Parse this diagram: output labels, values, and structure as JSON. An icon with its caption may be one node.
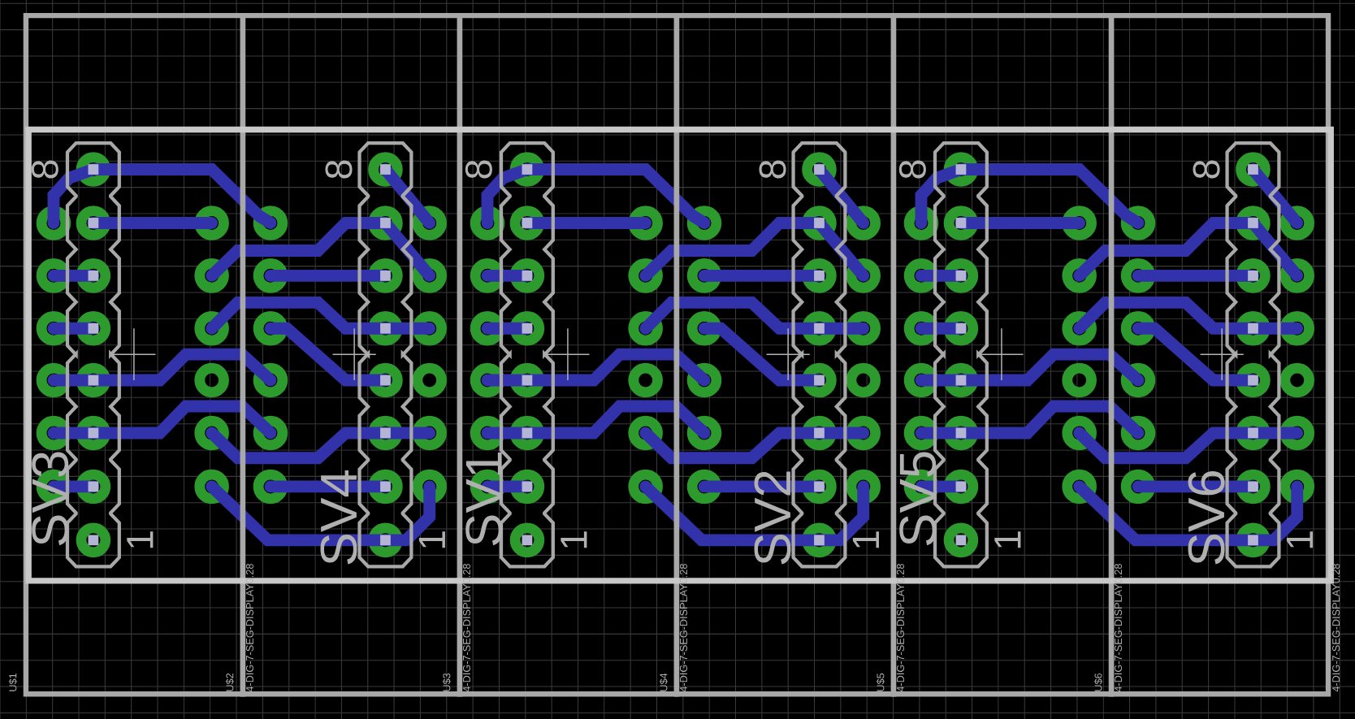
{
  "diagram": {
    "labels": [
      "8",
      "SV3",
      "1",
      "8",
      "SV4",
      "1",
      "8",
      "SV1",
      "1",
      "8",
      "SV2",
      "1",
      "8",
      "SV5",
      "1",
      "8",
      "SV6",
      "1",
      "U$1",
      "U$2",
      "4-DIG-7-SEG-DISPLAY0.28",
      "U$3",
      "4-DIG-7-SEG-DISPLAY0.28",
      "U$4",
      "4-DIG-7-SEG-DISPLAY0.28",
      "U$5",
      "4-DIG-7-SEG-DISPLAY0.28",
      "U$6",
      "4-DIG-7-SEG-DISPLAY0.28",
      "4-DIG-7-SEG-DISPLAY0.28"
    ]
  }
}
